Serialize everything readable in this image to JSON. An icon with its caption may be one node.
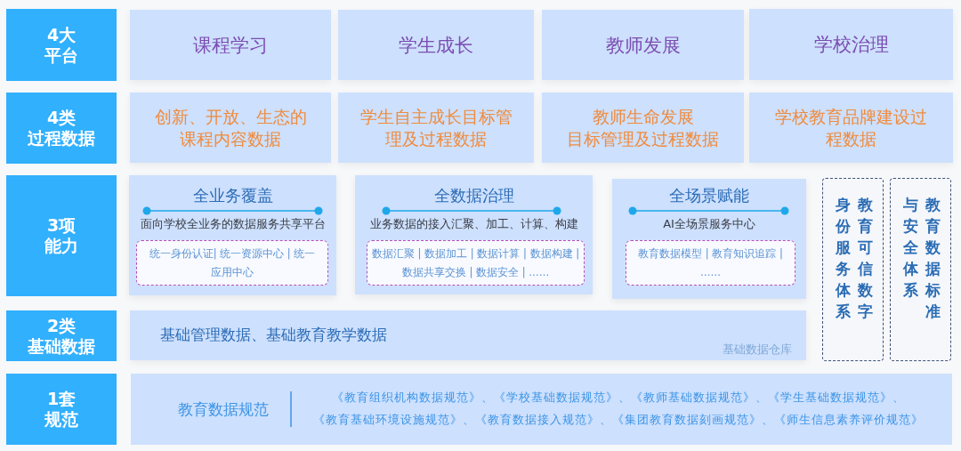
{
  "diagram": {
    "nodes": [
      {
        "text": [
          "4大平台"
        ]
      },
      {
        "text": [
          "课程学习"
        ]
      },
      {
        "text": [
          "学生成长"
        ]
      },
      {
        "text": [
          "教师发展"
        ]
      },
      {
        "text": [
          "学校治理"
        ]
      },
      {
        "text": [
          "4类过程数据"
        ]
      },
      {
        "text": [
          "创新、开放、生态的课程内容数据"
        ]
      },
      {
        "text": [
          "学生自主成长目标管理及过程数据"
        ]
      },
      {
        "text": [
          "教师生命发展目标管理及过程数据"
        ]
      },
      {
        "text": [
          "学校教育品牌建设过程数据"
        ]
      },
      {
        "text": [
          "3项能力"
        ]
      },
      {
        "text": [
          "全业务覆盖",
          "面向学校全业务的数据服务共享平台"
        ]
      },
      {
        "text": [
          "统一身份认证| 统一资源中心 | 统一应用中心"
        ],
        "in": 11
      },
      {
        "text": [
          "全数据治理",
          "业务数据的接入汇聚、加工、计算、构建"
        ]
      },
      {
        "text": [
          "数据汇聚 | 数据加工 | 数据计算 | 数据构建 | 数据共享交换 | 数据安全 | ……"
        ],
        "in": 13
      },
      {
        "text": [
          "全场景赋能",
          "AI全场景服务中心"
        ]
      },
      {
        "text": [
          "教育数据模型 | 教育知识追踪 | ……"
        ],
        "in": 15
      },
      {
        "text": [
          "教育可信数字身份服务体系"
        ]
      },
      {
        "text": [
          "教育数据标准与安全体系"
        ]
      },
      {
        "text": [
          "2类基础数据"
        ]
      },
      {
        "text": [
          "基础管理数据、基础教育教学数据",
          "基础数据仓库"
        ]
      },
      {
        "text": [
          "1套规范"
        ]
      },
      {
        "text": [
          "教育数据规范",
          "《教育组织机构数据规范》、《学校基础数据规范》、《教师基础数据规范》、《学生基础数据规范》、《教育基础环境设施规范》、《教育数据接入规范》、《集团教育数据刻画规范》、《师生信息素养评价规范》"
        ]
      }
    ]
  }
}
